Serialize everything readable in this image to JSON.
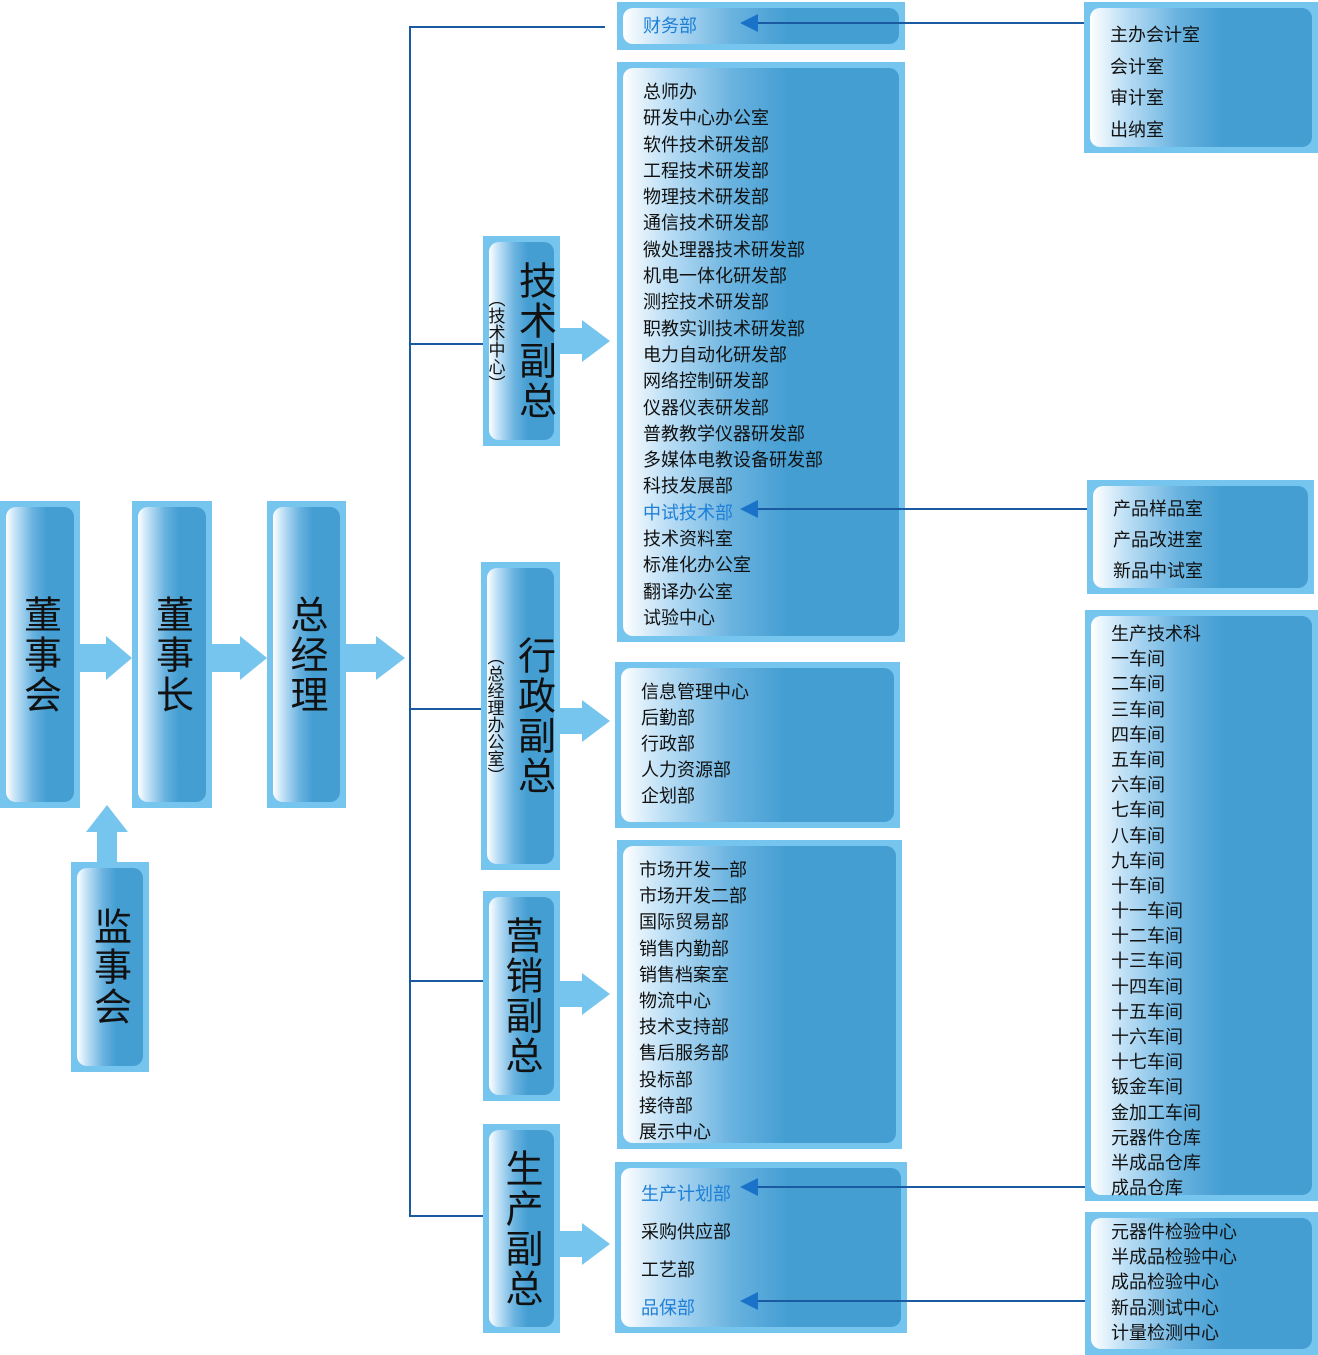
{
  "top": {
    "board": "董事会",
    "chairman": "董事长",
    "gm": "总经理",
    "supervisors": "监事会"
  },
  "vps": {
    "tech": {
      "title": "技术副总",
      "sub": "（技术中心）"
    },
    "admin": {
      "title": "行政副总",
      "sub": "（总经理办公室）"
    },
    "sales": {
      "title": "营销副总"
    },
    "prod": {
      "title": "生产副总"
    }
  },
  "finance": {
    "label": "财务部",
    "subs": [
      "主办会计室",
      "会计室",
      "审计室",
      "出纳室"
    ]
  },
  "tech_depts": [
    "总师办",
    "研发中心办公室",
    "软件技术研发部",
    "工程技术研发部",
    "物理技术研发部",
    "通信技术研发部",
    "微处理器技术研发部",
    "机电一体化研发部",
    "测控技术研发部",
    "职教实训技术研发部",
    "电力自动化研发部",
    "网络控制研发部",
    "仪器仪表研发部",
    "普教教学仪器研发部",
    "多媒体电教设备研发部",
    "科技发展部",
    "中试技术部",
    "技术资料室",
    "标准化办公室",
    "翻译办公室",
    "试验中心"
  ],
  "pilot_subs": [
    "产品样品室",
    "产品改进室",
    "新品中试室"
  ],
  "admin_depts": [
    "信息管理中心",
    "后勤部",
    "行政部",
    "人力资源部",
    "企划部"
  ],
  "sales_depts": [
    "市场开发一部",
    "市场开发二部",
    "国际贸易部",
    "销售内勤部",
    "销售档案室",
    "物流中心",
    "技术支持部",
    "售后服务部",
    "投标部",
    "接待部",
    "展示中心"
  ],
  "prod_depts": [
    "生产计划部",
    "采购供应部",
    "工艺部",
    "品保部"
  ],
  "plan_subs": [
    "生产技术科",
    "一车间",
    "二车间",
    "三车间",
    "四车间",
    "五车间",
    "六车间",
    "七车间",
    "八车间",
    "九车间",
    "十车间",
    "十一车间",
    "十二车间",
    "十三车间",
    "十四车间",
    "十五车间",
    "十六车间",
    "十七车间",
    "钣金车间",
    "金加工车间",
    "元器件仓库",
    "半成品仓库",
    "成品仓库"
  ],
  "qa_subs": [
    "元器件检验中心",
    "半成品检验中心",
    "成品检验中心",
    "新品测试中心",
    "计量检测中心"
  ]
}
